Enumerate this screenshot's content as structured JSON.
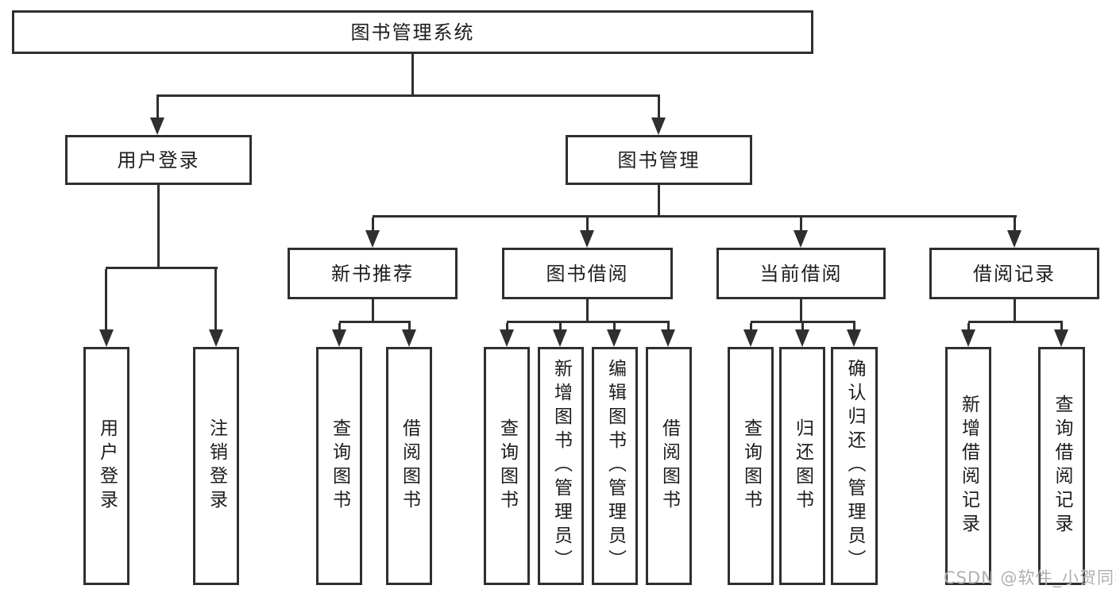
{
  "diagram": {
    "type": "hierarchy-tree",
    "colors": {
      "line": "#2f2f2f",
      "box_background": "#ffffff",
      "text": "#1c1c1c",
      "watermark": "#b0b0b0"
    },
    "nodes": {
      "root": "图书管理系统",
      "user_login": "用户登录",
      "book_mgmt": "图书管理",
      "leaf_user_login": "用户登录",
      "leaf_logout": "注销登录",
      "new_book_rec": "新书推荐",
      "book_borrow": "图书借阅",
      "current_borrow": "当前借阅",
      "borrow_record": "借阅记录",
      "nb_query_book": "查询图书",
      "nb_borrow_book": "借阅图书",
      "bb_query_book": "查询图书",
      "bb_add_book": "新增图书（管理员）",
      "bb_edit_book": "编辑图书（管理员）",
      "bb_borrow_book": "借阅图书",
      "cb_query_book": "查询图书",
      "cb_return_book": "归还图书",
      "cb_confirm_return": "确认归还（管理员）",
      "br_add_record": "新增借阅记录",
      "br_query_record": "查询借阅记录"
    },
    "watermark": "CSDN @软件_小贺同学"
  }
}
